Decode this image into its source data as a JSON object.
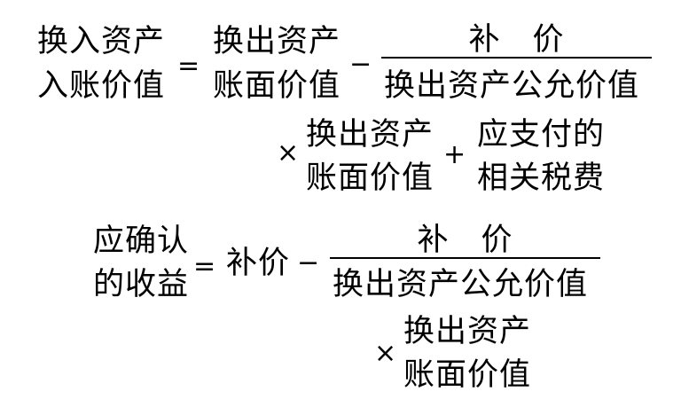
{
  "formula1": {
    "lhs": [
      "换入资产",
      "入账价值"
    ],
    "eq": "=",
    "term1": [
      "换出资产",
      "账面价值"
    ],
    "minus": "−",
    "numerator": "补　价",
    "denominator": "换出资产公允价值",
    "times": "×",
    "term2": [
      "换出资产",
      "账面价值"
    ],
    "plus": "+",
    "term3": [
      "应支付的",
      "相关税费"
    ]
  },
  "formula2": {
    "lhs": [
      "应确认",
      "的收益"
    ],
    "eq": "=",
    "term1": "补价",
    "minus": "−",
    "numerator": "补　价",
    "denominator": "换出资产公允价值",
    "times": "×",
    "term2": [
      "换出资产",
      "账面价值"
    ]
  }
}
